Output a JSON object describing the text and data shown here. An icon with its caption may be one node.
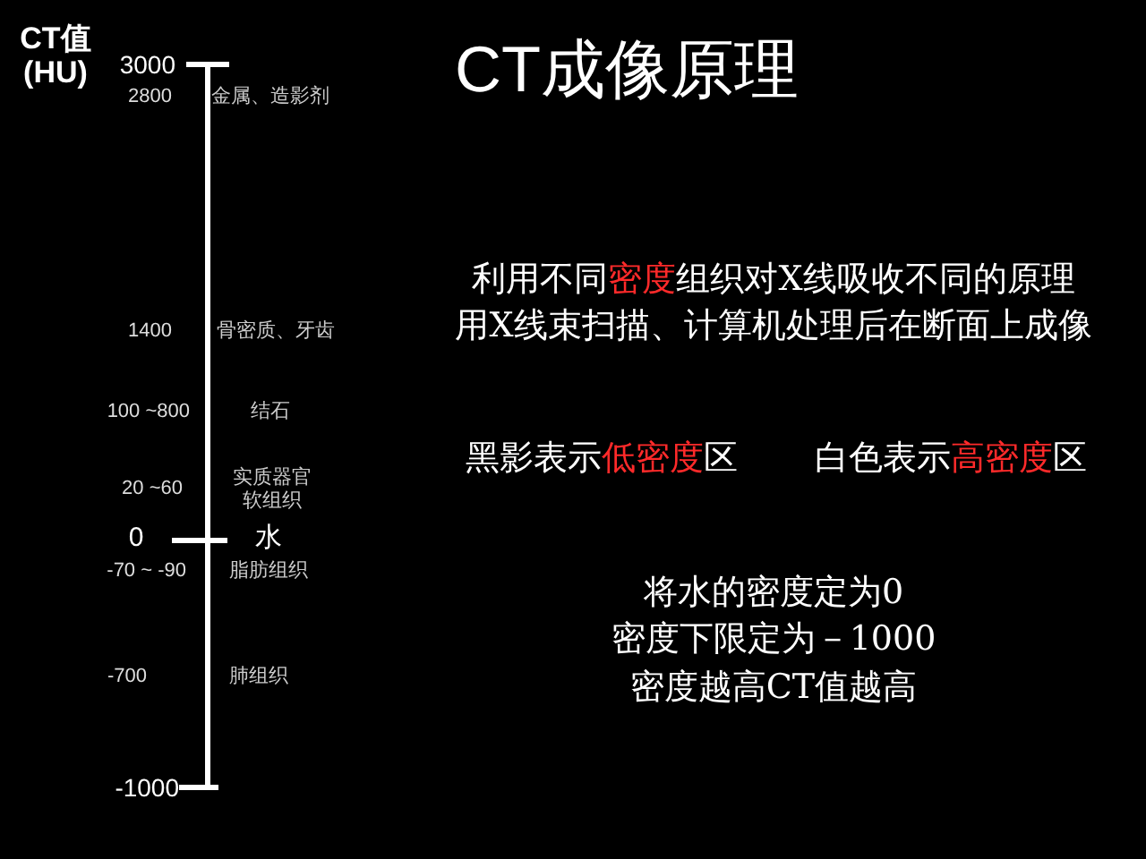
{
  "diagram": {
    "title": "CT成像原理",
    "labels": [
      "CT值 (HU)",
      "3000",
      "2800",
      "金属、造影剂",
      "1400",
      "骨密质、牙齿",
      "100 ~800",
      "结石",
      "20 ~60",
      "实质器官软组织",
      "0",
      "水",
      "-70 ~ -90",
      "脂肪组织",
      "-700",
      "肺组织",
      "-1000",
      "利用不同**密度**组织对X线吸收不同的原理",
      "用X线束扫描、计算机处理后在断面上成像",
      "黑影表示**低密度**区",
      "白色表示**高密度**区",
      "将水的密度定为0",
      "密度下限定为－1000",
      "密度越高CT值越高"
    ]
  }
}
